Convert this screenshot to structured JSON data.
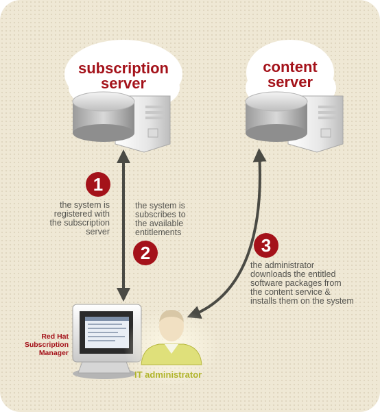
{
  "subscription_server": {
    "label": "subscription\nserver"
  },
  "content_server": {
    "label": "content\nserver"
  },
  "steps": [
    {
      "number": "1",
      "caption": "the system is\nregistered with\nthe subscription\nserver"
    },
    {
      "number": "2",
      "caption": "the system is\nsubscribes to\nthe available\nentitlements"
    },
    {
      "number": "3",
      "caption": "the administrator\ndownloads the entitled\nsoftware packages from\nthe content service &\ninstalls them on the system"
    }
  ],
  "client": {
    "label": "Red Hat\nSubscription\nManager"
  },
  "administrator": {
    "label": "IT administrator"
  },
  "colors": {
    "accent": "#a4121a",
    "background": "#efe8d5",
    "admin": "#b0b42a",
    "arrow": "#4a4a44"
  }
}
